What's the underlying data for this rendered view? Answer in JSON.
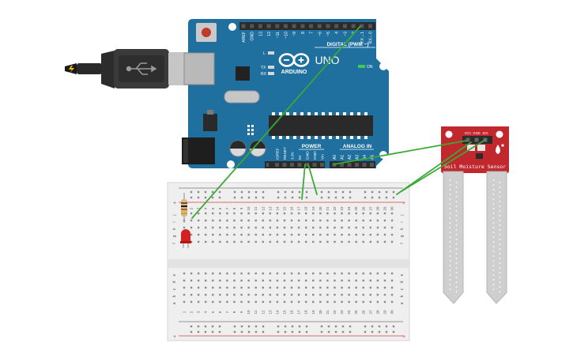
{
  "board": {
    "brand": "ARDUINO",
    "model": "UNO",
    "digital_header_label": "DIGITAL (PWM ~)",
    "power_header_label": "POWER",
    "analog_header_label": "ANALOG IN",
    "led_l": "L",
    "led_tx": "TX",
    "led_rx": "RX",
    "led_on": "ON",
    "digital_pins": [
      "AREF",
      "GND",
      "13",
      "12",
      "~11",
      "~10",
      "~9",
      "8",
      "7",
      "~6",
      "~5",
      "4",
      "~3",
      "2",
      "TX→1",
      "RX←0"
    ],
    "power_pins": [
      "IOREF",
      "RESET",
      "3.3V",
      "5V",
      "GND",
      "GND",
      "Vin"
    ],
    "analog_pins": [
      "A0",
      "A1",
      "A2",
      "A3",
      "A4",
      "A5"
    ]
  },
  "sensor": {
    "label": "Soil Moisture Sensor",
    "pins": [
      "VCC",
      "GND",
      "SIG"
    ]
  },
  "breadboard": {
    "rail_plus": "+",
    "rail_minus": "−",
    "row_letters_top": [
      "j",
      "i",
      "h",
      "g",
      "f"
    ],
    "row_letters_bottom": [
      "e",
      "d",
      "c",
      "b",
      "a"
    ],
    "column_numbers": [
      "1",
      "2",
      "3",
      "4",
      "5",
      "6",
      "7",
      "8",
      "9",
      "10",
      "11",
      "12",
      "13",
      "14",
      "15",
      "16",
      "17",
      "18",
      "19",
      "20",
      "21",
      "22",
      "23",
      "24",
      "25",
      "26",
      "27",
      "28",
      "29",
      "30"
    ]
  },
  "colors": {
    "board": "#1f6f9f",
    "header": "#2b2b2b",
    "wire": "#3aaa35",
    "sensor": "#c0282e",
    "breadboard": "#efefef",
    "led": "#d42020",
    "rail_red": "#d04040"
  }
}
